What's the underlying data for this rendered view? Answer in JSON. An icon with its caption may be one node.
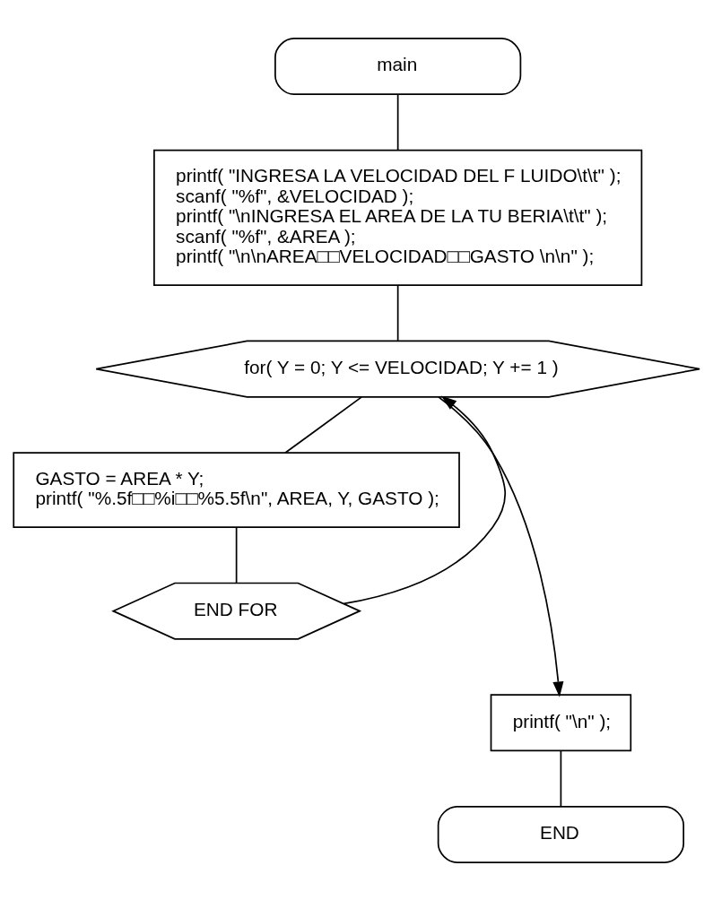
{
  "diagram": {
    "nodes": [
      {
        "text": [
          "main"
        ]
      },
      {
        "text": [
          "printf( \"INGRESA LA VELOCIDAD DEL F LUIDO\\t\\t\" );",
          "scanf( \"%f\", &VELOCIDAD );",
          "printf( \"\\nINGRESA EL AREA DE LA TU BERIA\\t\\t\" );",
          "scanf( \"%f\", &AREA );",
          "printf( \"\\n\\nAREA□□VELOCIDAD□□GASTO \\n\\n\" );"
        ]
      },
      {
        "text": [
          "for( Y = 0; Y <= VELOCIDAD; Y += 1 )"
        ]
      },
      {
        "text": [
          "GASTO = AREA * Y;",
          "printf( \"%.5f□□%i□□%5.5f\\n\", AREA, Y, GASTO );"
        ]
      },
      {
        "text": [
          "END FOR"
        ]
      },
      {
        "text": [
          "printf( \"\\n\" );"
        ]
      },
      {
        "text": [
          "END"
        ]
      }
    ],
    "edges": [
      {
        "from": 0,
        "to": 1,
        "arrow": "none"
      },
      {
        "from": 1,
        "to": 2,
        "arrow": "none"
      },
      {
        "from": 2,
        "to": 3,
        "arrow": "none"
      },
      {
        "from": 3,
        "to": 4,
        "arrow": "none"
      },
      {
        "from": 4,
        "to": 2,
        "arrow": "to"
      },
      {
        "from": 2,
        "to": 5,
        "arrow": "to"
      },
      {
        "from": 5,
        "to": 6,
        "arrow": "none"
      }
    ]
  }
}
